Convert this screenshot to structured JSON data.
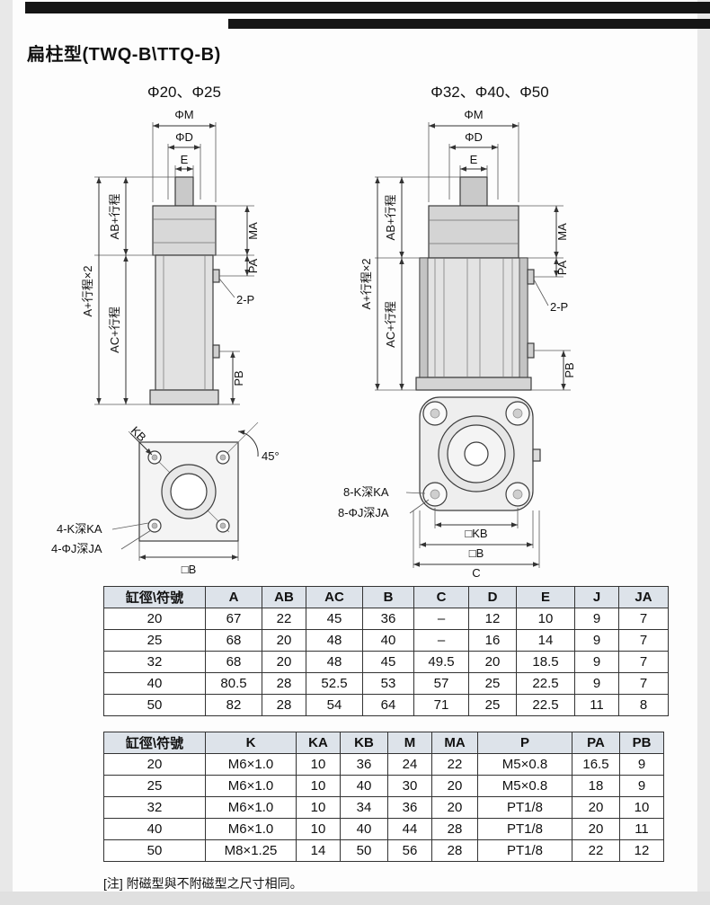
{
  "page": {
    "title": "扁柱型(TWQ-B\\TTQ-B)",
    "note": "[注] 附磁型與不附磁型之尺寸相同。"
  },
  "drawing_left": {
    "title": "Φ20、Φ25",
    "dims": {
      "m": "ΦM",
      "d": "ΦD",
      "e": "E",
      "ab": "AB+行程",
      "a": "A+行程×2",
      "ac": "AC+行程",
      "ma": "MA",
      "pa": "PA",
      "p": "2-P",
      "pb": "PB",
      "kb": "KB",
      "angle": "45°",
      "k_hole": "4-K深KA",
      "j_hole": "4-ΦJ深JA",
      "b": "□B"
    }
  },
  "drawing_right": {
    "title": "Φ32、Φ40、Φ50",
    "dims": {
      "m": "ΦM",
      "d": "ΦD",
      "e": "E",
      "ab": "AB+行程",
      "a": "A+行程×2",
      "ac": "AC+行程",
      "ma": "MA",
      "pa": "PA",
      "p": "2-P",
      "pb": "PB",
      "kb": "□KB",
      "b": "□B",
      "c": "C",
      "k_hole": "8-K深KA",
      "j_hole": "8-ΦJ深JA"
    }
  },
  "table1": {
    "headers": [
      "缸徑\\符號",
      "A",
      "AB",
      "AC",
      "B",
      "C",
      "D",
      "E",
      "J",
      "JA"
    ],
    "rows": [
      [
        "20",
        "67",
        "22",
        "45",
        "36",
        "–",
        "12",
        "10",
        "9",
        "7"
      ],
      [
        "25",
        "68",
        "20",
        "48",
        "40",
        "–",
        "16",
        "14",
        "9",
        "7"
      ],
      [
        "32",
        "68",
        "20",
        "48",
        "45",
        "49.5",
        "20",
        "18.5",
        "9",
        "7"
      ],
      [
        "40",
        "80.5",
        "28",
        "52.5",
        "53",
        "57",
        "25",
        "22.5",
        "9",
        "7"
      ],
      [
        "50",
        "82",
        "28",
        "54",
        "64",
        "71",
        "25",
        "22.5",
        "11",
        "8"
      ]
    ]
  },
  "table2": {
    "headers": [
      "缸徑\\符號",
      "K",
      "KA",
      "KB",
      "M",
      "MA",
      "P",
      "PA",
      "PB"
    ],
    "rows": [
      [
        "20",
        "M6×1.0",
        "10",
        "36",
        "24",
        "22",
        "M5×0.8",
        "16.5",
        "9"
      ],
      [
        "25",
        "M6×1.0",
        "10",
        "40",
        "30",
        "20",
        "M5×0.8",
        "18",
        "9"
      ],
      [
        "32",
        "M6×1.0",
        "10",
        "34",
        "36",
        "20",
        "PT1/8",
        "20",
        "10"
      ],
      [
        "40",
        "M6×1.0",
        "10",
        "40",
        "44",
        "28",
        "PT1/8",
        "20",
        "11"
      ],
      [
        "50",
        "M8×1.25",
        "14",
        "50",
        "56",
        "28",
        "PT1/8",
        "22",
        "12"
      ]
    ]
  }
}
